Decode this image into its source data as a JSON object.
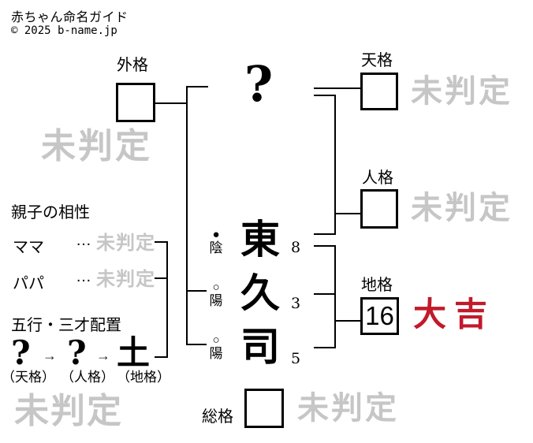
{
  "header": {
    "title": "赤ちゃん命名ガイド",
    "copyright": "© 2025 b-name.jp"
  },
  "name": {
    "surname_placeholder": "?",
    "chars": [
      {
        "char": "東",
        "strokes": "8",
        "mark": "●",
        "mark_label": "陰"
      },
      {
        "char": "久",
        "strokes": "3",
        "mark": "○",
        "mark_label": "陽"
      },
      {
        "char": "司",
        "strokes": "5",
        "mark": "○",
        "mark_label": "陽"
      }
    ]
  },
  "kaku": {
    "gaikaku": {
      "label": "外格",
      "value": "",
      "result": "未判定"
    },
    "tenkaku": {
      "label": "天格",
      "value": "",
      "result": "未判定"
    },
    "jinkaku": {
      "label": "人格",
      "value": "",
      "result": "未判定"
    },
    "chikaku": {
      "label": "地格",
      "value": "16",
      "result": "大吉"
    },
    "soukaku": {
      "label": "総格",
      "value": "",
      "result": "未判定"
    }
  },
  "compatibility": {
    "heading": "親子の相性",
    "rows": [
      {
        "label": "ママ",
        "ellipsis": "…",
        "result": "未判定"
      },
      {
        "label": "パパ",
        "ellipsis": "…",
        "result": "未判定"
      }
    ]
  },
  "sansai": {
    "heading": "五行・三才配置",
    "arrow": "→",
    "result": "未判定",
    "items": [
      {
        "value": "?",
        "label": "（天格）"
      },
      {
        "value": "?",
        "label": "（人格）"
      },
      {
        "value": "土",
        "label": "（地格）"
      }
    ]
  },
  "colors": {
    "result_red": "#c11a2b",
    "watermark_gray": "#c6c6c6"
  }
}
